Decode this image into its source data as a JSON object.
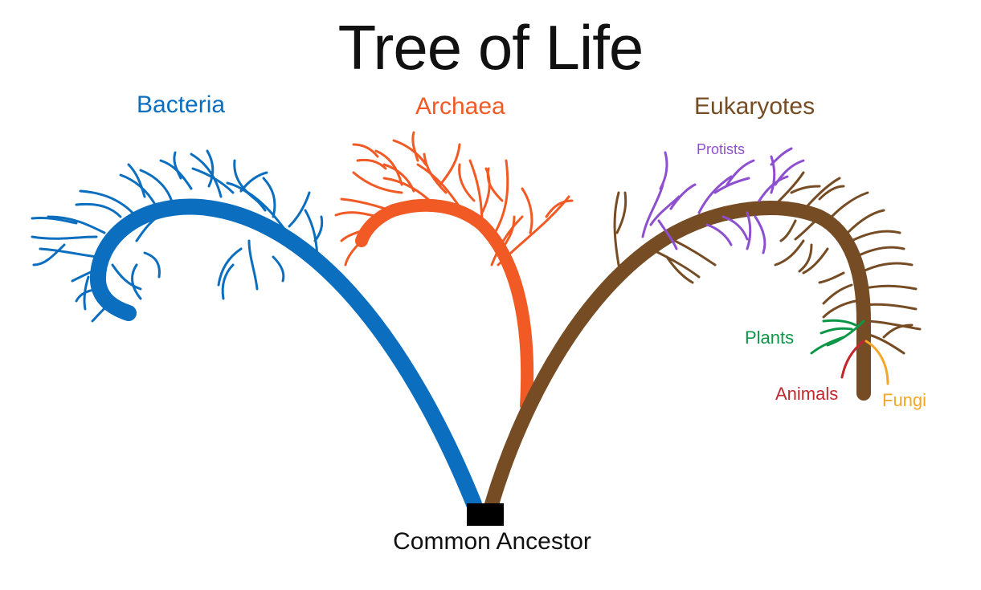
{
  "title": "Tree of Life",
  "root": {
    "label": "Common Ancestor"
  },
  "domains": [
    {
      "key": "bacteria",
      "label": "Bacteria",
      "color": "#0b6ebf"
    },
    {
      "key": "archaea",
      "label": "Archaea",
      "color": "#f15a24"
    },
    {
      "key": "eukaryotes",
      "label": "Eukaryotes",
      "color": "#754c24"
    }
  ],
  "eukaryote_groups": [
    {
      "key": "protists",
      "label": "Protists",
      "color": "#8e4fcf"
    },
    {
      "key": "plants",
      "label": "Plants",
      "color": "#0d9648"
    },
    {
      "key": "animals",
      "label": "Animals",
      "color": "#c1272d"
    },
    {
      "key": "fungi",
      "label": "Fungi",
      "color": "#f5a623"
    }
  ],
  "colors": {
    "root": "#000000",
    "title": "#111111"
  }
}
